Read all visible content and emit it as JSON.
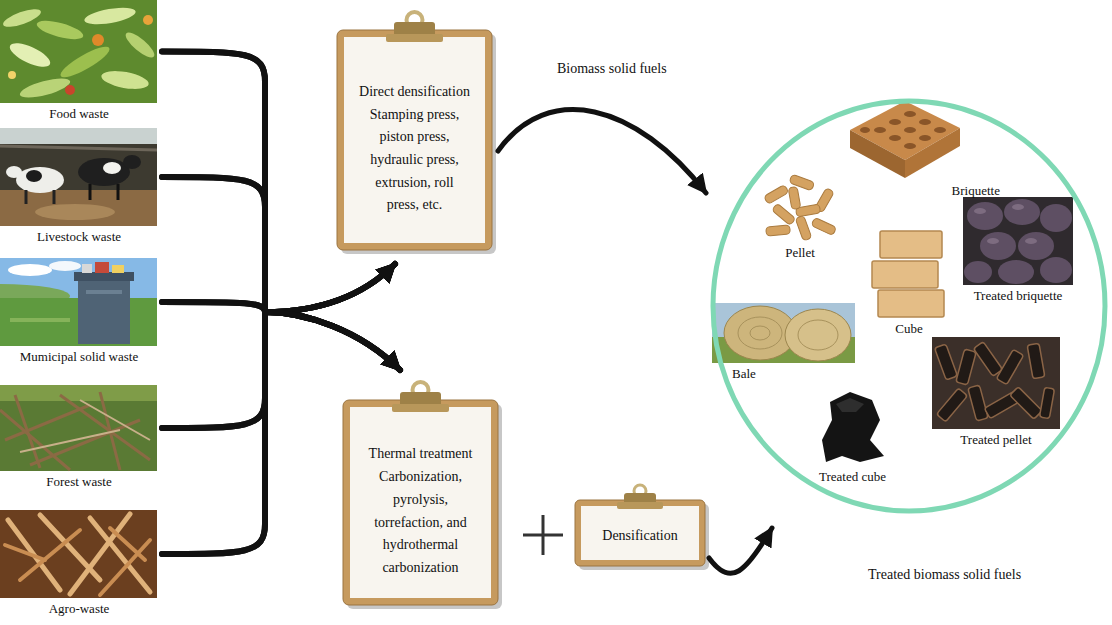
{
  "diagram": {
    "nodes": [
      {
        "text": [
          "Food waste"
        ]
      },
      {
        "text": [
          "Livestock waste"
        ]
      },
      {
        "text": [
          "Mumicipal solid waste"
        ]
      },
      {
        "text": [
          "Forest waste"
        ]
      },
      {
        "text": [
          "Agro-waste"
        ]
      },
      {
        "text": [
          "Direct densification",
          "Stamping press, piston press, hydraulic press, extrusion, roll press, etc."
        ]
      },
      {
        "text": [
          "Thermal treatment",
          "Carbonization, pyrolysis, torrefaction, and hydrothermal carbonization"
        ]
      },
      {
        "text": [
          "Densification"
        ]
      },
      {
        "text": []
      },
      {
        "text": [
          "Briquette"
        ],
        "in": 8
      },
      {
        "text": [
          "Pellet"
        ],
        "in": 8
      },
      {
        "text": [
          "Treated briquette"
        ],
        "in": 8
      },
      {
        "text": [
          "Cube"
        ],
        "in": 8
      },
      {
        "text": [
          "Bale"
        ],
        "in": 8
      },
      {
        "text": [
          "Treated pellet"
        ],
        "in": 8
      },
      {
        "text": [
          "Treated cube"
        ],
        "in": 8
      }
    ],
    "edges": [
      {
        "from": 0,
        "to": 5,
        "arrow": "to"
      },
      {
        "from": 0,
        "to": 6,
        "arrow": "to"
      },
      {
        "from": 1,
        "to": 5,
        "arrow": "to"
      },
      {
        "from": 1,
        "to": 6,
        "arrow": "to"
      },
      {
        "from": 2,
        "to": 5,
        "arrow": "to"
      },
      {
        "from": 2,
        "to": 6,
        "arrow": "to"
      },
      {
        "from": 3,
        "to": 5,
        "arrow": "to"
      },
      {
        "from": 3,
        "to": 6,
        "arrow": "to"
      },
      {
        "from": 4,
        "to": 5,
        "arrow": "to"
      },
      {
        "from": 4,
        "to": 6,
        "arrow": "to"
      },
      {
        "from": 5,
        "to": 8,
        "arrow": "to",
        "label": "Biomass solid fuels"
      },
      {
        "from": 7,
        "to": 8,
        "arrow": "to",
        "label": "Treated biomass solid fuels"
      }
    ]
  }
}
